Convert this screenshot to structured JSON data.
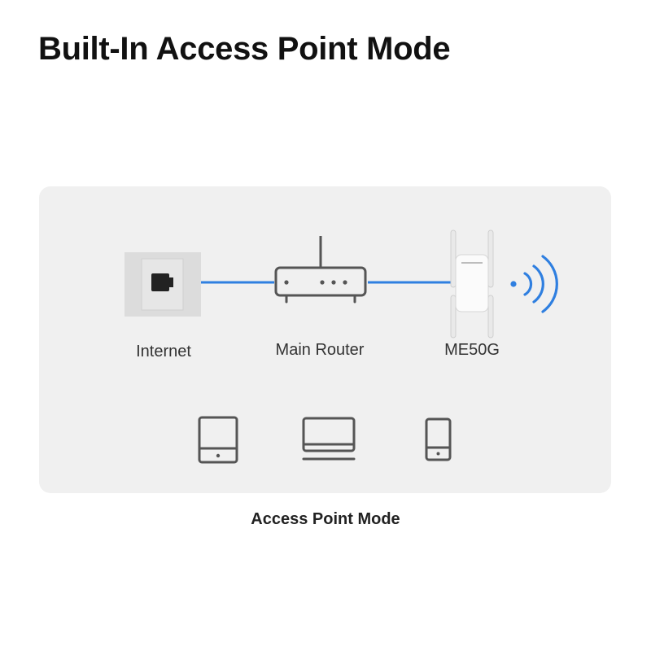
{
  "title": "Built-In Access Point Mode",
  "nodes": [
    {
      "label": "Internet",
      "icon": "wall-ethernet-port-icon"
    },
    {
      "label": "Main Router",
      "icon": "router-icon"
    },
    {
      "label": "ME50G",
      "icon": "range-extender-icon"
    }
  ],
  "clients": [
    {
      "icon": "tablet-icon"
    },
    {
      "icon": "laptop-icon"
    },
    {
      "icon": "smartphone-icon"
    }
  ],
  "signal_icon": "wifi-signal-icon",
  "caption": "Access Point Mode",
  "colors": {
    "panel": "#f0f0f0",
    "cable": "#2f7fe0",
    "icon_stroke": "#555555",
    "wall_plate": "#dcdcdc"
  }
}
